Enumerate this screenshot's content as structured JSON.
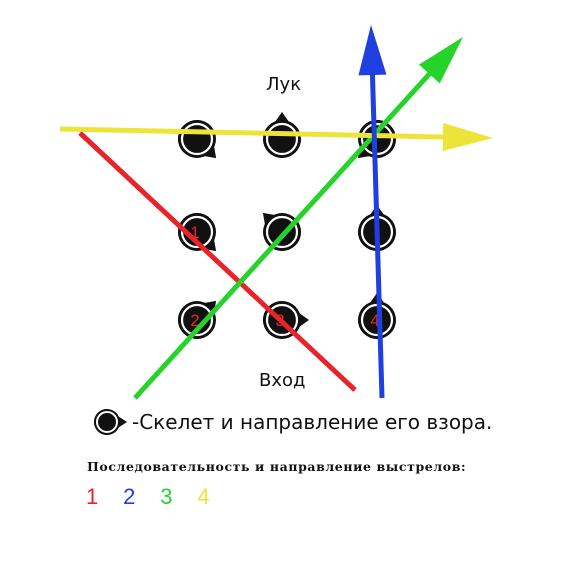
{
  "labels": {
    "top": "Лук",
    "bottom": "Вход"
  },
  "legend": {
    "text": "-Скелет и направление его взора."
  },
  "sequence": {
    "title": "Последовательность и направление выстрелов:",
    "steps": [
      {
        "label": "1",
        "color": "#e8232a"
      },
      {
        "label": "2",
        "color": "#1f3fe0"
      },
      {
        "label": "3",
        "color": "#25d32a"
      },
      {
        "label": "4",
        "color": "#ede43a"
      }
    ]
  },
  "skeletons": [
    {
      "row": 0,
      "col": 0,
      "gaze": "down-right",
      "number": ""
    },
    {
      "row": 0,
      "col": 1,
      "gaze": "up",
      "number": ""
    },
    {
      "row": 0,
      "col": 2,
      "gaze": "down-left",
      "number": ""
    },
    {
      "row": 1,
      "col": 0,
      "gaze": "down-right",
      "number": "1"
    },
    {
      "row": 1,
      "col": 1,
      "gaze": "up-left",
      "number": ""
    },
    {
      "row": 1,
      "col": 2,
      "gaze": "up",
      "number": ""
    },
    {
      "row": 2,
      "col": 0,
      "gaze": "up-right",
      "number": "2"
    },
    {
      "row": 2,
      "col": 1,
      "gaze": "right",
      "number": "3"
    },
    {
      "row": 2,
      "col": 2,
      "gaze": "up",
      "number": "4"
    }
  ],
  "shots": [
    {
      "order": 1,
      "color": "#e8232a"
    },
    {
      "order": 2,
      "color": "#1f3fe0"
    },
    {
      "order": 3,
      "color": "#25d32a"
    },
    {
      "order": 4,
      "color": "#ede43a"
    }
  ]
}
